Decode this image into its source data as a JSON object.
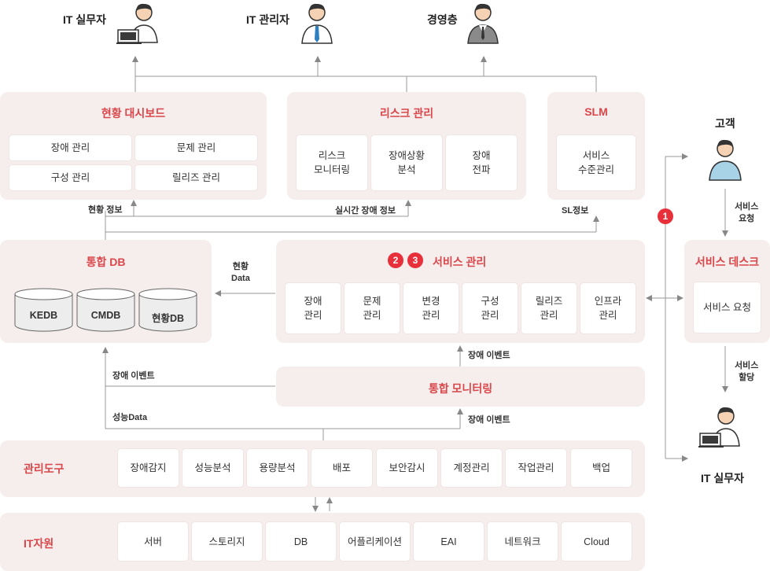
{
  "roles": {
    "it_practitioner_top": "IT 실무자",
    "it_manager": "IT 관리자",
    "executive": "경영층",
    "customer": "고객",
    "it_practitioner_right": "IT 실무자"
  },
  "dashboard": {
    "title": "현황 대시보드",
    "items": [
      "장애 관리",
      "문제 관리",
      "구성 관리",
      "릴리즈 관리"
    ]
  },
  "risk": {
    "title": "리스크 관리",
    "items": [
      "리스크\n모니터링",
      "장애상황\n분석",
      "장애\n전파"
    ]
  },
  "slm": {
    "title": "SLM",
    "items": [
      "서비스\n수준관리"
    ]
  },
  "flow_labels": {
    "status_info": "현황 정보",
    "realtime_incident": "실시간 장애 정보",
    "sl_info": "SL정보",
    "status_data": "현황\nData",
    "incident_event_1": "장애 이벤트",
    "incident_event_2": "장애 이벤트",
    "incident_event_3": "장애 이벤트",
    "perf_data": "성능Data",
    "service_request_1": "서비스\n요청",
    "service_assign": "서비스\n할당"
  },
  "integrated_db": {
    "title": "통합 DB",
    "items": [
      "KEDB",
      "CMDB",
      "현황DB"
    ]
  },
  "service_mgmt": {
    "title": "서비스 관리",
    "badges": [
      "2",
      "3"
    ],
    "items": [
      "장애\n관리",
      "문제\n관리",
      "변경\n관리",
      "구성\n관리",
      "릴리즈\n관리",
      "인프라\n관리"
    ]
  },
  "service_desk": {
    "title": "서비스 데스크",
    "items": [
      "서비스 요청"
    ],
    "badge": "1"
  },
  "monitoring": {
    "title": "통합 모니터링"
  },
  "mgmt_tools": {
    "title": "관리도구",
    "items": [
      "장애감지",
      "성능분석",
      "용량분석",
      "배포",
      "보안감시",
      "계정관리",
      "작업관리",
      "백업"
    ]
  },
  "it_resources": {
    "title": "IT자원",
    "items": [
      "서버",
      "스토리지",
      "DB",
      "어플리케이션",
      "EAI",
      "네트워크",
      "Cloud"
    ]
  },
  "colors": {
    "accent": "#d9474a",
    "panel": "#f6eded",
    "badge": "#e8303a",
    "line": "#888888"
  }
}
